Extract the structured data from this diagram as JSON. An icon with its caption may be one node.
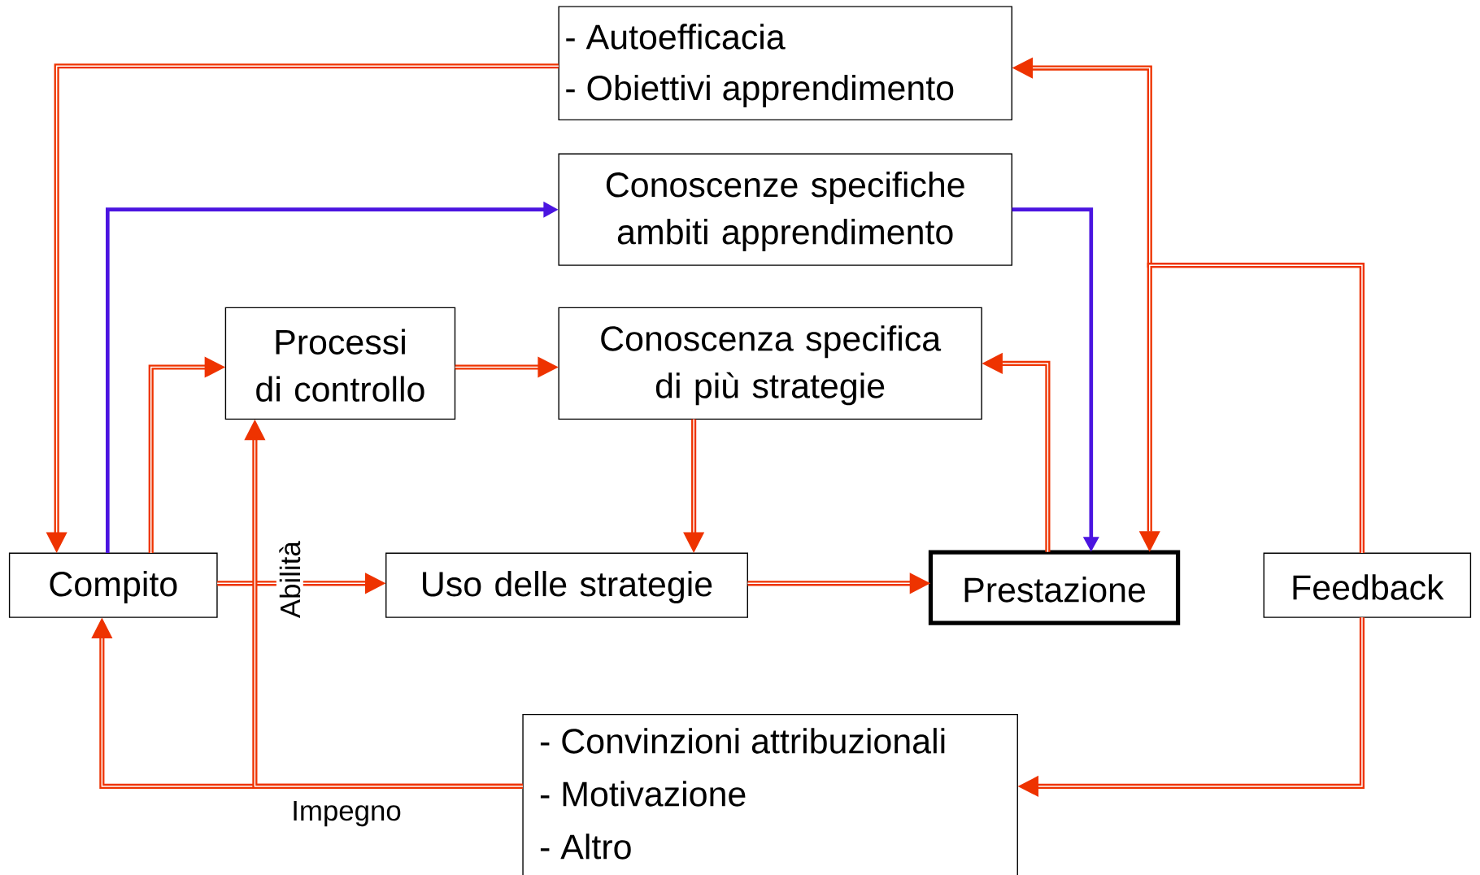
{
  "diagram": {
    "nodes": [
      {
        "text": [
          "- Autoefficacia",
          "- Obiettivi apprendimento"
        ]
      },
      {
        "text": [
          "Conoscenze specifiche ambiti apprendimento"
        ]
      },
      {
        "text": [
          "Processi di controllo"
        ]
      },
      {
        "text": [
          "Conoscenza specifica di più strategie"
        ]
      },
      {
        "text": [
          "Compito"
        ]
      },
      {
        "text": [
          "Uso delle strategie"
        ]
      },
      {
        "text": [
          "Prestazione"
        ]
      },
      {
        "text": [
          "Feedback"
        ]
      },
      {
        "text": [
          "- Convinzioni attribuzionali",
          "- Motivazione",
          "- Altro"
        ]
      }
    ],
    "edges": [
      {
        "from": 0,
        "to": 4,
        "arrow": "to"
      },
      {
        "from": 4,
        "to": 1,
        "arrow": "to",
        "color": "#4a14e0"
      },
      {
        "from": 4,
        "to": 2,
        "arrow": "to"
      },
      {
        "from": 2,
        "to": 3,
        "arrow": "to"
      },
      {
        "from": 3,
        "to": 5,
        "arrow": "to"
      },
      {
        "from": 4,
        "to": 5,
        "arrow": "to",
        "label": "Abilità"
      },
      {
        "from": 5,
        "to": 6,
        "arrow": "to"
      },
      {
        "from": 6,
        "to": 3,
        "arrow": "to"
      },
      {
        "from": 1,
        "to": 6,
        "arrow": "to",
        "color": "#4a14e0"
      },
      {
        "from": 7,
        "to": 0,
        "arrow": "to"
      },
      {
        "from": 7,
        "to": 6,
        "arrow": "to"
      },
      {
        "from": 7,
        "to": 8,
        "arrow": "to"
      },
      {
        "from": 8,
        "to": 4,
        "arrow": "to",
        "label": "Impegno"
      },
      {
        "from": 8,
        "to": 2,
        "arrow": "to"
      }
    ]
  }
}
